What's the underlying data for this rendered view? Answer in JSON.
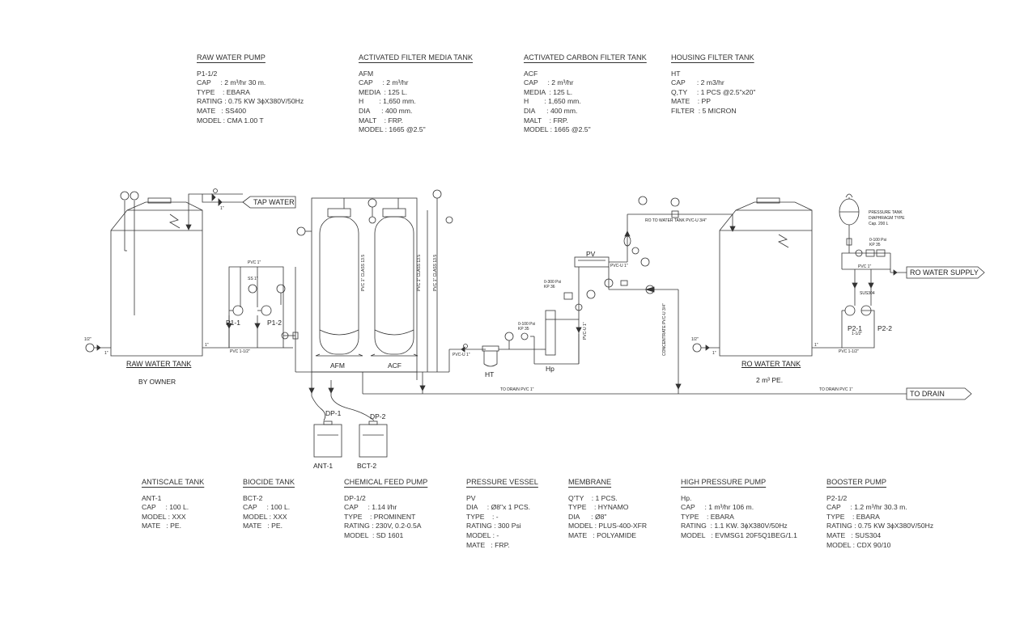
{
  "specs": [
    {
      "key": "raw_water_pump",
      "title": "RAW WATER PUMP",
      "lines": [
        "P1-1/2",
        "CAP     : 2 m³/hr 30 m.",
        "TYPE    : EBARA",
        "RATING : 0.75 KW 3ϕX380V/50Hz",
        "MATE   : SS400",
        "MODEL : CMA 1.00 T"
      ]
    },
    {
      "key": "afm_tank",
      "title": "ACTIVATED FILTER MEDIA TANK",
      "lines": [
        "AFM",
        "CAP     : 2 m³/hr",
        "MEDIA  : 125 L.",
        "H        : 1,650 mm.",
        "DIA      : 400 mm.",
        "MALT    : FRP.",
        "MODEL : 1665 @2.5\""
      ]
    },
    {
      "key": "acf_tank",
      "title": "ACTIVATED CARBON FILTER TANK",
      "lines": [
        "ACF",
        "CAP     : 2 m³/hr",
        "MEDIA  : 125 L.",
        "H        : 1,650 mm.",
        "DIA      : 400 mm.",
        "MALT    : FRP.",
        "MODEL : 1665 @2.5\""
      ]
    },
    {
      "key": "housing_filter",
      "title": "HOUSING FILTER TANK",
      "lines": [
        "HT",
        "CAP      : 2 m3/hr",
        "Q,TY     : 1 PCS @2.5\"x20\"",
        "MATE    : PP",
        "FILTER  : 5 MICRON"
      ]
    },
    {
      "key": "antiscale_tank",
      "title": "ANTISCALE TANK",
      "lines": [
        "ANT-1",
        "CAP     : 100 L.",
        "MODEL : XXX",
        "MATE   : PE."
      ]
    },
    {
      "key": "biocide_tank",
      "title": "BIOCIDE TANK",
      "lines": [
        "BCT-2",
        "CAP     : 100 L.",
        "MODEL : XXX",
        "MATE   : PE."
      ]
    },
    {
      "key": "chemical_feed_pump",
      "title": "CHEMICAL FEED PUMP",
      "lines": [
        "DP-1/2",
        "CAP     : 1.14 l/hr",
        "TYPE    : PROMINENT",
        "RATING : 230V, 0.2-0.5A",
        "MODEL  : SD 1601"
      ]
    },
    {
      "key": "pressure_vessel",
      "title": "PRESSURE VESSEL",
      "lines": [
        "PV",
        "DIA     : Ø8\"x 1 PCS.",
        "TYPE    : -",
        "RATING : 300 Psi",
        "MODEL : -",
        "MATE   : FRP."
      ]
    },
    {
      "key": "membrane",
      "title": "MEMBRANE",
      "lines": [
        "Q'TY    : 1 PCS.",
        "TYPE    : HYNAMO",
        "DIA      : Ø8\"",
        "MODEL : PLUS-400-XFR",
        "MATE   : POLYAMIDE"
      ]
    },
    {
      "key": "high_pressure_pump",
      "title": "HIGH PRESSURE PUMP",
      "lines": [
        "Hp.",
        "CAP     : 1 m³/hr 106 m.",
        "TYPE    : EBARA",
        "RATING  : 1.1 KW. 3ϕX380V/50Hz",
        "MODEL   : EVMSG1 20F5Q1BEG/1.1"
      ]
    },
    {
      "key": "booster_pump",
      "title": "BOOSTER PUMP",
      "lines": [
        "P2-1/2",
        "CAP     : 1.2 m³/hr 30.3 m.",
        "TYPE    : EBARA",
        "RATING : 0.75 KW 3ϕX380V/50Hz",
        "MATE   : SUS304",
        "MODEL : CDX 90/10"
      ]
    }
  ],
  "labels": {
    "tap_water": "TAP WATER",
    "raw_water_tank": "RAW WATER TANK",
    "by_owner": "BY OWNER",
    "afm": "AFM",
    "acf": "ACF",
    "ht": "HT",
    "hp": "Hp",
    "pv": "PV",
    "p1_1": "P1-1",
    "p1_2": "P1-2",
    "p2_1": "P2-1",
    "p2_2": "P2-2",
    "dp1": "DP-1",
    "dp2": "DP-2",
    "ant1": "ANT-1",
    "bct2": "BCT-2",
    "ro_water_tank": "RO WATER TANK",
    "ro_tank_cap": "2 m³ PE.",
    "ro_water_supply": "RO WATER SUPPLY",
    "to_drain": "TO DRAIN",
    "to_drain_pvc_1": "TO DRAIN PVC 1\"",
    "to_drain_pvc_2": "TO DRAIN PVC 1\"",
    "ro_to_tank": "RO TO WATER TANK PVC-U 3/4\"",
    "concentrate": "CONCENTRATE PVC-U 3/4\"",
    "pressure_tank_1": "PRESSURE TANK",
    "pressure_tank_2": "DIAPHRAGM TYPE",
    "pressure_tank_3": "Cap. 200 L",
    "gauge_0_100_a": "0-100 Psi",
    "gauge_0_100_a2": "KP 35",
    "gauge_0_300": "0-300 Psi",
    "gauge_0_300b": "KP 36",
    "gauge_0_100_b": "0-100 Psi",
    "gauge_0_100_b2": "KP 35",
    "pvc_1_a": "PVC 1\"",
    "pvc_1_b": "PVC 1\"",
    "pvc_1_1_2_a": "PVC 1-1/2\"",
    "pvc_1_1_2_b": "PVC 1-1/2\"",
    "ss_1": "SS 1\"",
    "sus304": "SUS304",
    "half_in_a": "1/2\"",
    "half_in_b": "1/2\"",
    "one_in_a": "1\"",
    "one_in_b": "1\"",
    "one_in_c": "1\"",
    "one_in_d": "1\"",
    "one_in_tap": "1\"",
    "pvc_u_1_a": "PVC-U 1\"",
    "pvc_u_1_b": "PVC-U 1\"",
    "pvc_u_1_c": "PVC-U 1\"",
    "one_half": "1-1/2\"",
    "v_pvc_afm": "PVC 1\" CLASS 13.5",
    "v_pvc_acf": "PVC 1\" CLASS 13.5",
    "v_pvc_acf2": "PVC 1\" CLASS 13.5"
  }
}
